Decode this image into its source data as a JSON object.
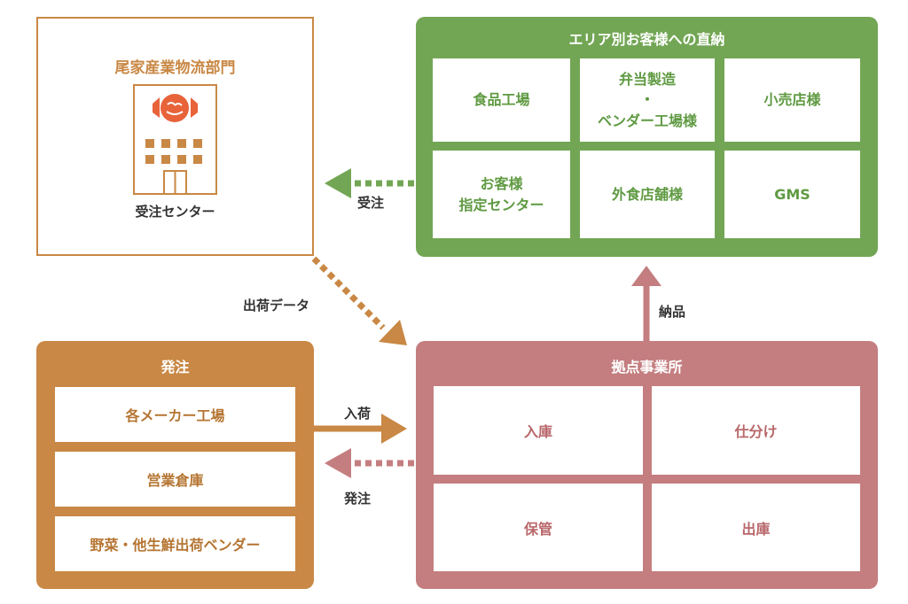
{
  "hq": {
    "title": "尾家産業物流部門",
    "label": "受注センター"
  },
  "customers": {
    "title": "エリア別お客様への直納",
    "cells": [
      "食品工場",
      "弁当製造\n・\nベンダー工場様",
      "小売店様",
      "お客様\n指定センター",
      "外食店舗様",
      "GMS"
    ]
  },
  "order": {
    "title": "発注",
    "items": [
      "各メーカー工場",
      "営業倉庫",
      "野菜・他生鮮出荷ベンダー"
    ]
  },
  "base": {
    "title": "拠点事業所",
    "cells": [
      "入庫",
      "仕分け",
      "保管",
      "出庫"
    ]
  },
  "arrows": {
    "receive_order": "受注",
    "shipping_data": "出荷データ",
    "delivery": "納品",
    "inbound": "入荷",
    "order_back": "発注"
  },
  "colors": {
    "green": "#72a654",
    "orange": "#c98845",
    "pink": "#c47e80"
  }
}
